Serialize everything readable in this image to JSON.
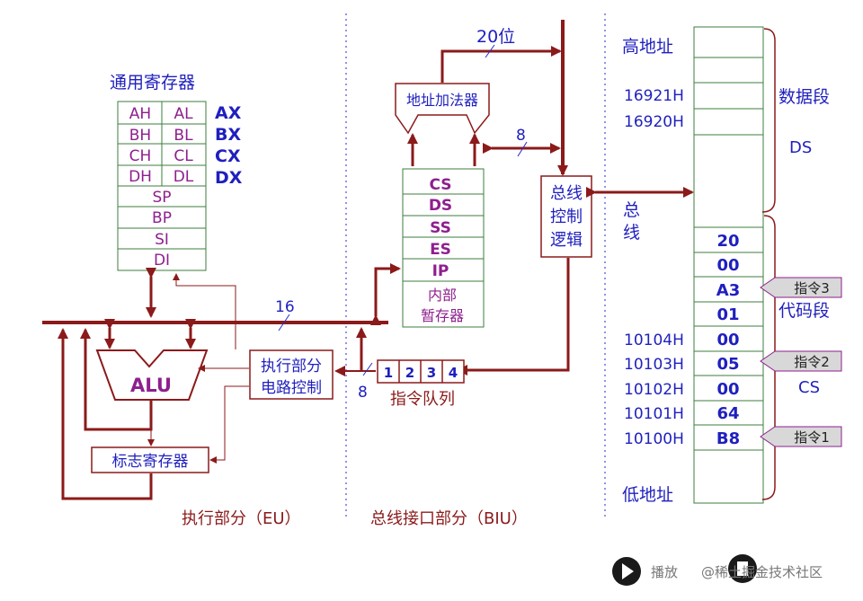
{
  "general_registers": {
    "title": "通用寄存器",
    "pairs": [
      {
        "hi": "AH",
        "lo": "AL",
        "name": "AX"
      },
      {
        "hi": "BH",
        "lo": "BL",
        "name": "BX"
      },
      {
        "hi": "CH",
        "lo": "CL",
        "name": "CX"
      },
      {
        "hi": "DH",
        "lo": "DL",
        "name": "DX"
      }
    ],
    "pointer_regs": [
      "SP",
      "BP",
      "SI",
      "DI"
    ]
  },
  "eu": {
    "alu": "ALU",
    "flags": "标志寄存器",
    "control_line1": "执行部分",
    "control_line2": "电路控制",
    "internal_bus_width": "16",
    "label": "执行部分（EU）"
  },
  "biu": {
    "adder": "地址加法器",
    "addr_width": "20位",
    "seg_bus_width": "8",
    "segment_regs": [
      "CS",
      "DS",
      "SS",
      "ES",
      "IP"
    ],
    "temp_line1": "内部",
    "temp_line2": "暂存器",
    "bus_ctrl": [
      "总线",
      "控制",
      "逻辑"
    ],
    "queue_slots": [
      "1",
      "2",
      "3",
      "4"
    ],
    "queue_label": "指令队列",
    "queue_bus_width": "8",
    "label": "总线接口部分（BIU）"
  },
  "memory": {
    "high_addr": "高地址",
    "low_addr": "低地址",
    "bus_label": [
      "总",
      "线"
    ],
    "data_segment": "数据段",
    "ds_label": "DS",
    "code_segment": "代码段",
    "cs_label": "CS",
    "upper_addrs": [
      "16921H",
      "16920H"
    ],
    "cells": [
      {
        "addr": "",
        "value": "20"
      },
      {
        "addr": "",
        "value": "00"
      },
      {
        "addr": "",
        "value": "A3"
      },
      {
        "addr": "",
        "value": "01"
      },
      {
        "addr": "10104H",
        "value": "00"
      },
      {
        "addr": "10103H",
        "value": "05"
      },
      {
        "addr": "10102H",
        "value": "00"
      },
      {
        "addr": "10101H",
        "value": "64"
      },
      {
        "addr": "10100H",
        "value": "B8"
      }
    ],
    "instructions": [
      "指令3",
      "指令2",
      "指令1"
    ]
  },
  "watermark": {
    "play": "播放",
    "site": "@稀土掘金技术社区"
  }
}
